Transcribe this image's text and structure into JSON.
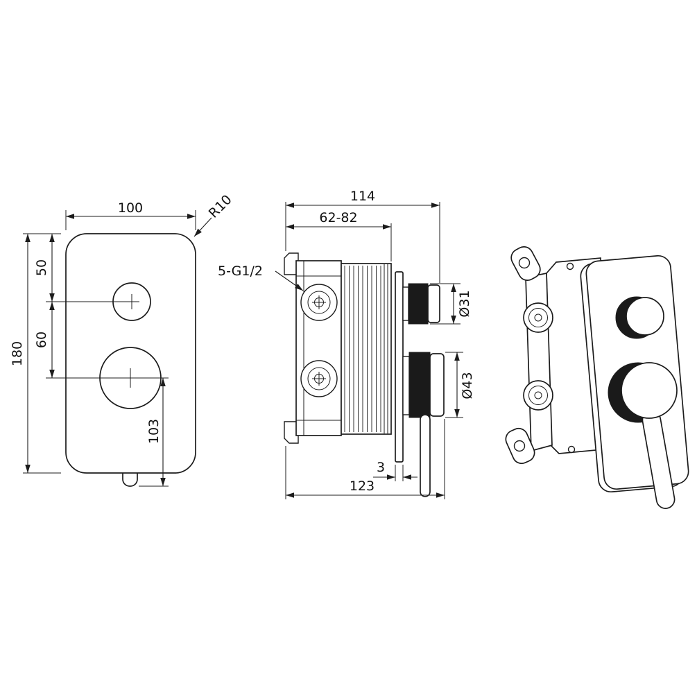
{
  "front_view": {
    "width": "100",
    "corner_radius": "R10",
    "top_offset": "50",
    "handle_spacing": "60",
    "height": "180",
    "lever_length": "103"
  },
  "side_view": {
    "depth": "114",
    "adjustable_depth": "62-82",
    "thread_spec": "5-G1/2",
    "small_handle_diameter": "Ø31",
    "large_handle_diameter": "Ø43",
    "plate_thickness": "3",
    "total_depth": "123"
  }
}
